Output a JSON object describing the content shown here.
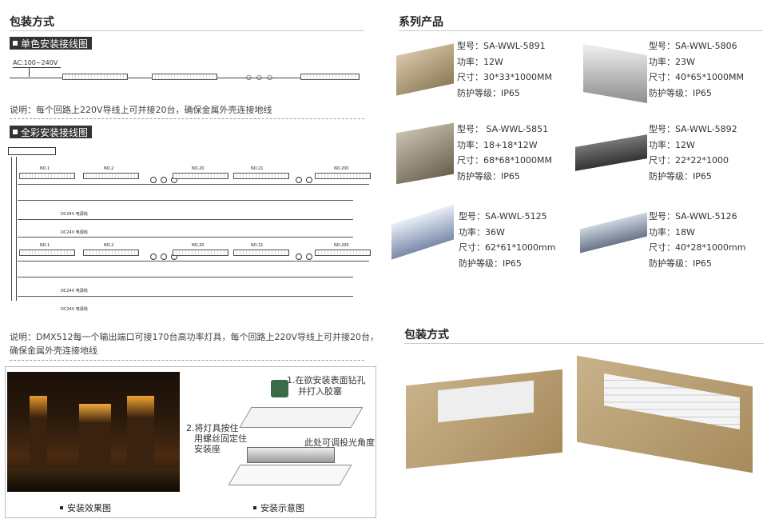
{
  "left": {
    "title": "包装方式",
    "single_tag": "单色安装接线图",
    "single_ac": "AC:100~240V",
    "single_note": "说明：每个回路上220V导线上可并接20台，确保金属外壳连接地线",
    "full_tag": "全彩安装接线图",
    "lamp_labels": [
      "NO.1",
      "NO.2",
      "NO.20",
      "NO.21",
      "NO.200"
    ],
    "dc_label": "DC24V 电源线",
    "full_note_1": "说明：DMX512每一个输出端口可接170台高功率灯具，每个回路上220V导线上可并接20台，",
    "full_note_2": "确保金属外壳连接地线",
    "install_caption_1": "安装效果图",
    "install_caption_2": "安装示意图",
    "step1_a": "1.在欲安装表面钻孔",
    "step1_b": "并打入胶塞",
    "step2_a": "2.将灯具按住",
    "step2_b": "用螺丝固定住",
    "step2_c": "安装座",
    "angle_note": "此处可调投光角度"
  },
  "right": {
    "title": "系列产品",
    "products": [
      {
        "model": "型号：SA-WWL-5891",
        "power": "功率：12W",
        "size": "尺寸：30*33*1000MM",
        "ip": "防护等级：IP65"
      },
      {
        "model": "型号：SA-WWL-5806",
        "power": "功率：23W",
        "size": "尺寸：40*65*1000MM",
        "ip": "防护等级：IP65"
      },
      {
        "model": "型号：  SA-WWL-5851",
        "power": "功率：18+18*12W",
        "size": "尺寸：68*68*1000MM",
        "ip": "防护等级：IP65"
      },
      {
        "model": "型号：SA-WWL-5892",
        "power": "功率：12W",
        "size": "尺寸：22*22*1000",
        "ip": "防护等级：IP65"
      },
      {
        "model": "型号：SA-WWL-5125",
        "power": "功率：36W",
        "size": "尺寸：62*61*1000mm",
        "ip": "防护等级：IP65"
      },
      {
        "model": "型号：SA-WWL-5126",
        "power": "功率：18W",
        "size": "尺寸：40*28*1000mm",
        "ip": "防护等级：IP65"
      }
    ],
    "pack_title": "包装方式"
  }
}
